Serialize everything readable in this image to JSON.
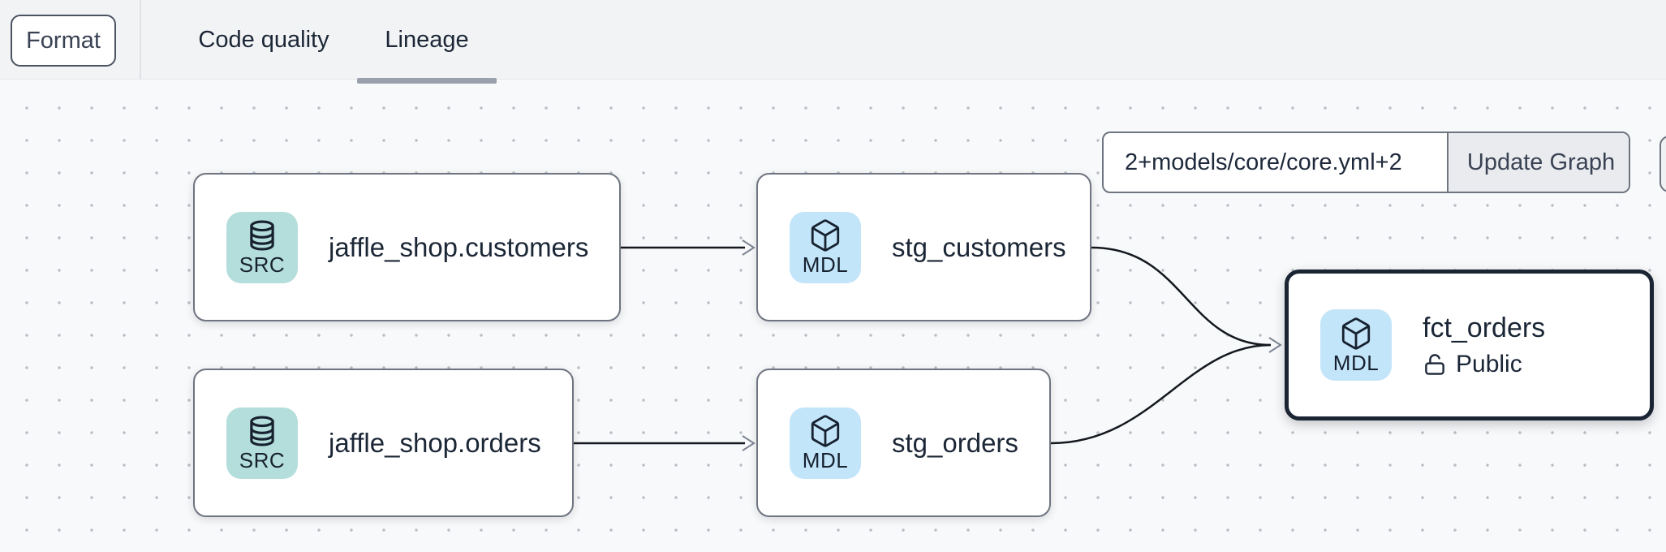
{
  "colors": {
    "topbar-bg": "#f2f3f5",
    "canvas-bg": "#f8f9fa",
    "dot": "#b9bec6",
    "node-border": "#6e7480",
    "selected-border": "#1a2433",
    "text": "#1b2636",
    "muted-text": "#3a4354",
    "teal": "#b4dedb",
    "blue": "#c3e5fa",
    "edge": "#14181f",
    "arrowhead": "#7d8594",
    "underline": "#9aa1ac",
    "button-bg": "#e9ebee"
  },
  "toolbar": {
    "format_label": "Format",
    "tabs": [
      {
        "label": "Code quality",
        "active": false
      },
      {
        "label": "Lineage",
        "active": true
      }
    ]
  },
  "lineage": {
    "selector": {
      "value": "2+models/core/core.yml+2",
      "update_button_label": "Update Graph"
    },
    "nodes": [
      {
        "id": "jaffle_shop.customers",
        "label": "jaffle_shop.customers",
        "type": "SRC",
        "icon": "database-icon"
      },
      {
        "id": "stg_customers",
        "label": "stg_customers",
        "type": "MDL",
        "icon": "cube-icon"
      },
      {
        "id": "jaffle_shop.orders",
        "label": "jaffle_shop.orders",
        "type": "SRC",
        "icon": "database-icon"
      },
      {
        "id": "stg_orders",
        "label": "stg_orders",
        "type": "MDL",
        "icon": "cube-icon"
      },
      {
        "id": "fct_orders",
        "label": "fct_orders",
        "type": "MDL",
        "icon": "cube-icon",
        "access_badge": "Public",
        "selected": true
      }
    ],
    "edges": [
      {
        "from": "jaffle_shop.customers",
        "to": "stg_customers"
      },
      {
        "from": "jaffle_shop.orders",
        "to": "stg_orders"
      },
      {
        "from": "stg_customers",
        "to": "fct_orders"
      },
      {
        "from": "stg_orders",
        "to": "fct_orders"
      }
    ]
  }
}
